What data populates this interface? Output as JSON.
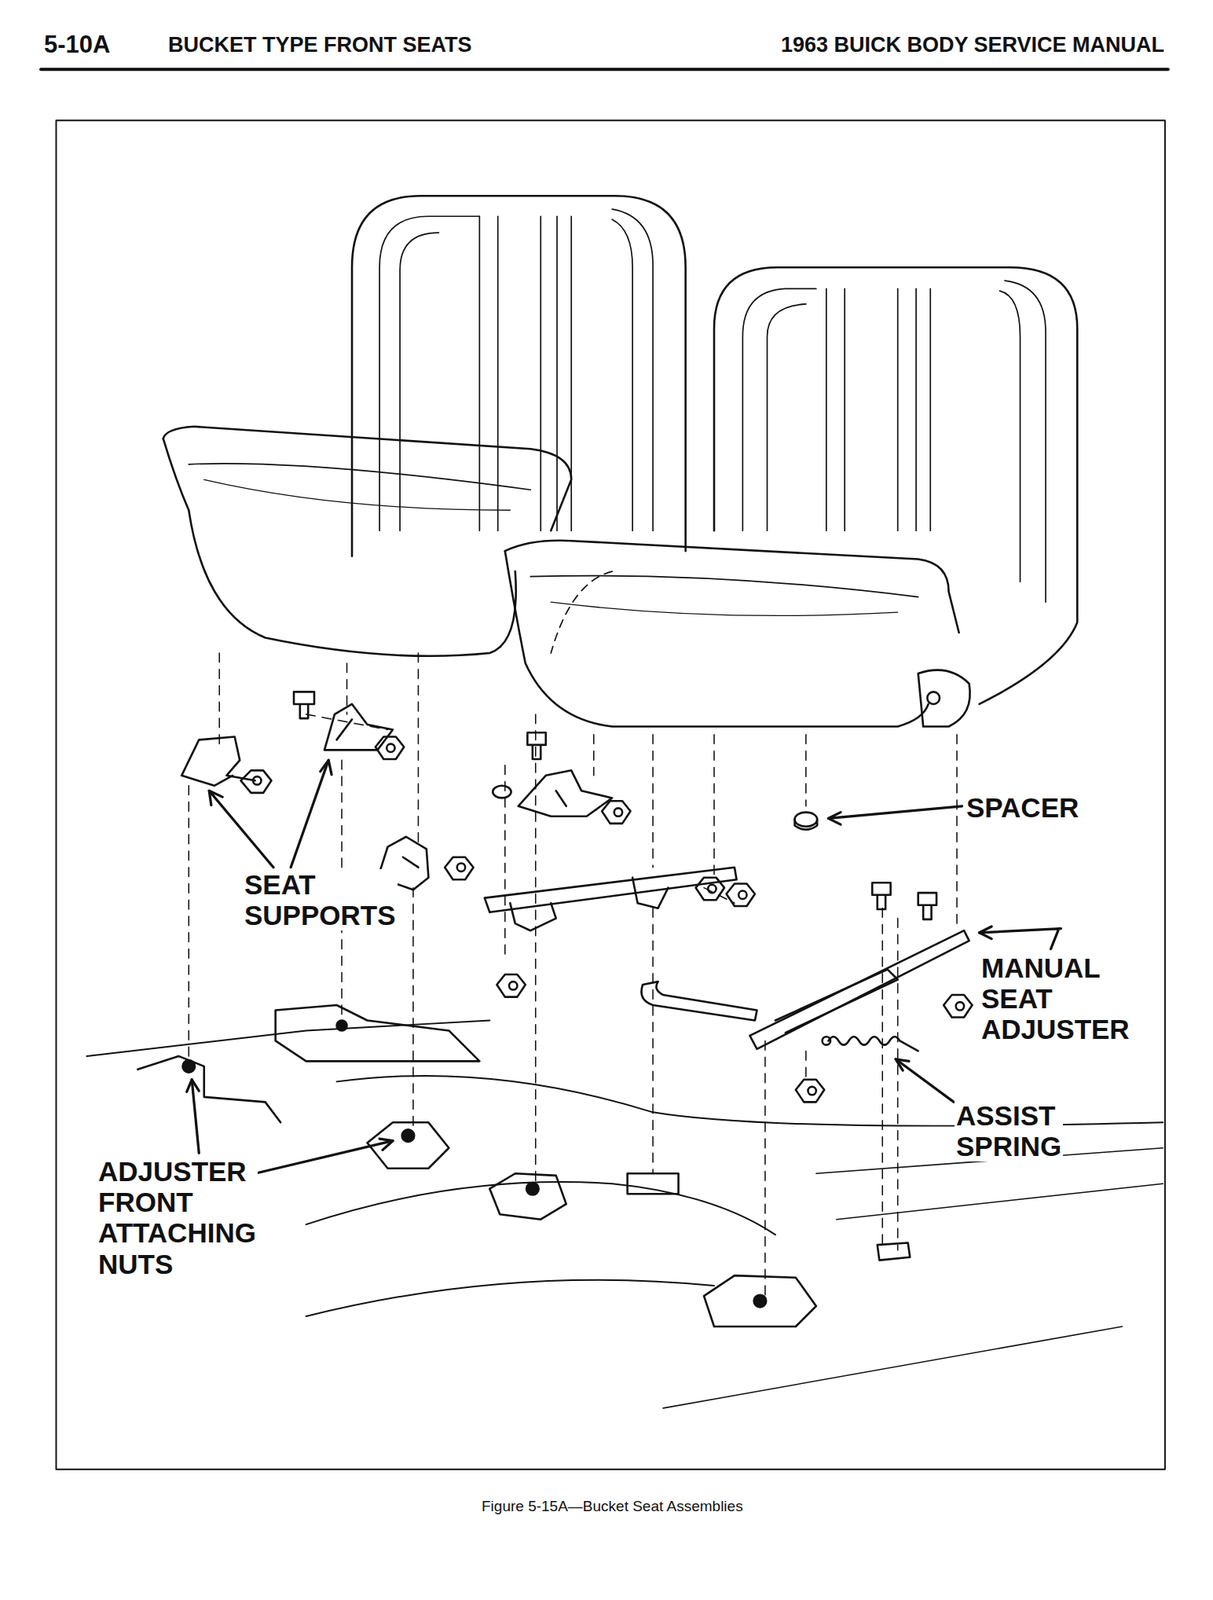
{
  "diagram": {
    "title": "BUCKET TYPE FRONT SEATS",
    "caption": "Figure 5-15A—Bucket Seat Assemblies",
    "labels": [
      "5-10A",
      "1963 BUICK BODY SERVICE MANUAL",
      "SEAT SUPPORTS",
      "SPACER",
      "MANUAL SEAT ADJUSTER",
      "ASSIST SPRING",
      "ADJUSTER FRONT ATTACHING NUTS"
    ]
  }
}
